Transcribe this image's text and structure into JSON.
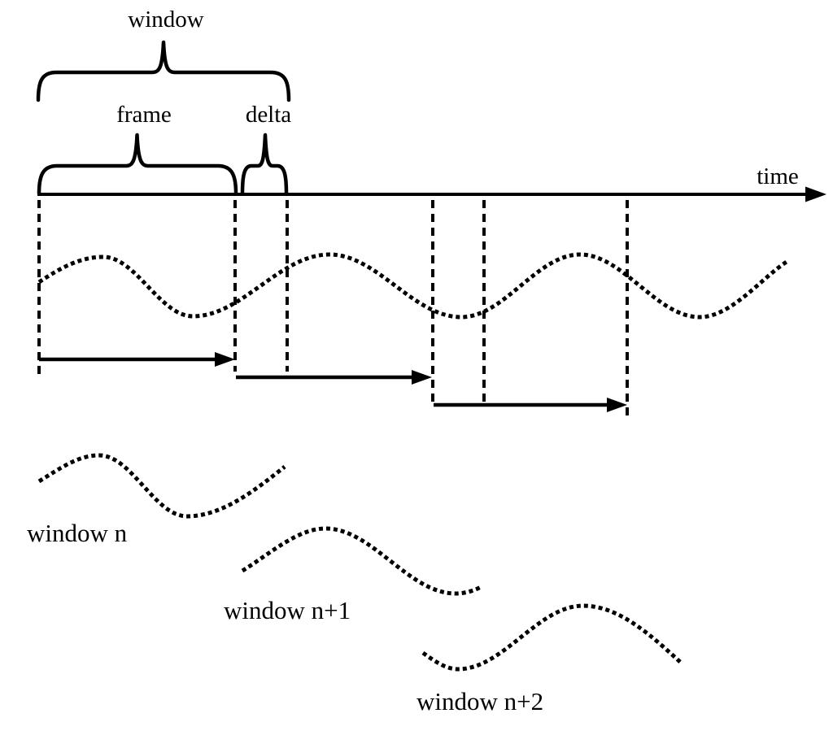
{
  "labels": {
    "window_brace": "window",
    "frame_brace": "frame",
    "delta_brace": "delta",
    "time_axis": "time",
    "window_n": "window n",
    "window_n_plus_1": "window n+1",
    "window_n_plus_2": "window n+2"
  },
  "colors": {
    "ink": "#000000",
    "background": "#ffffff"
  }
}
